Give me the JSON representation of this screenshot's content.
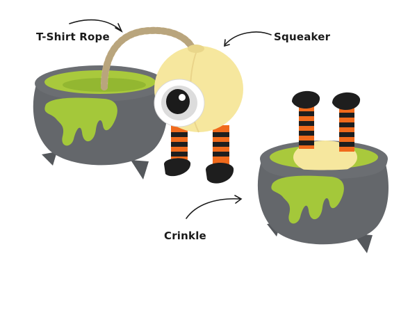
{
  "labels": {
    "rope": "T-Shirt Rope",
    "squeaker": "Squeaker",
    "crinkle": "Crinkle"
  },
  "colors": {
    "cauldron_gray": "#5f6266",
    "cauldron_dark": "#4a4c50",
    "slime_green": "#a4c83a",
    "slime_inner": "#b9d84a",
    "eyeball_yellow": "#f6e79e",
    "leg_orange": "#f06a1c",
    "leg_black": "#1e1e1e",
    "rope_tan": "#d9c7a1"
  }
}
